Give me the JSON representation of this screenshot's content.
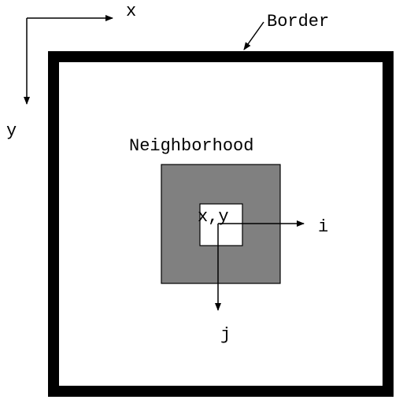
{
  "axes": {
    "x_label": "x",
    "y_label": "y"
  },
  "border": {
    "label": "Border"
  },
  "neighborhood": {
    "label": "Neighborhood",
    "center_label": "x,y"
  },
  "local_axes": {
    "i_label": "i",
    "j_label": "j"
  },
  "colors": {
    "border": "#000000",
    "neighborhood_fill": "#808080",
    "center_fill": "#ffffff",
    "background": "#ffffff"
  }
}
